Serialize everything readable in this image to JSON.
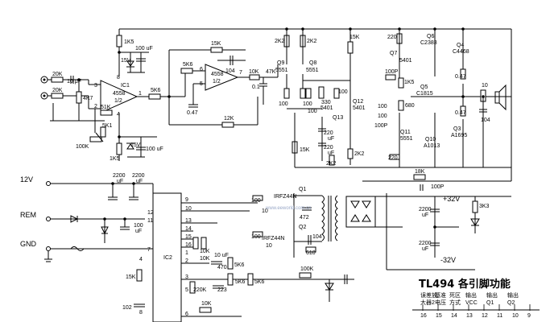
{
  "inputs": {
    "r_in1": "20K",
    "r_in2": "20K",
    "c_in": "10 μF",
    "r_bias": "4K7"
  },
  "ic1": {
    "name": "IC1",
    "part": "4558",
    "half": "1/2",
    "pin8": "8",
    "pin3": "3",
    "pin2": "2",
    "pin4": "4",
    "pin1": "1"
  },
  "ic1_parts": {
    "r_top": "1K5",
    "c_top": "100 uF",
    "z_top": "15V",
    "r_fb": "51K",
    "r_5k1": "5K1",
    "pot": "100K",
    "r_bot": "1K5",
    "z_bot": "15V",
    "c_bot": "100 uF",
    "r_out": "5K6"
  },
  "ic_b": {
    "part": "4558",
    "half": "1/2",
    "pin6": "6",
    "pin5": "5",
    "pin7": "7",
    "r_fb": "15K",
    "c_fb": "104",
    "r_in": "5K6",
    "c_047": "0.47",
    "r_12k": "12K",
    "r_10k": "10K",
    "r_47k": "47K",
    "c_01": "0.1"
  },
  "voltage_amp": {
    "r_2k2_a": "2K2",
    "r_2k2_b": "2K2",
    "q9": "Q9",
    "q9_part": "5551",
    "q8": "Q8",
    "q8_part": "5551",
    "r_100_a": "100",
    "r_100_b": "100",
    "r_330": "330",
    "r_100_c": "100",
    "r_100_d": "100",
    "q13": "Q13",
    "q13_part": "5401",
    "q12": "Q12",
    "q12_part": "5401",
    "r_15k": "15K",
    "r_15k_b": "15K",
    "c_220_a": "220",
    "c_220_a_unit": "uF",
    "c_220_b": "220",
    "c_220_b_unit": "uF",
    "r_2k2_c": "2K2",
    "r_2k2_d": "2K2"
  },
  "output_stage": {
    "r_220_top": "220",
    "q7": "Q7",
    "q7_part": "5401",
    "c_100p": "100P",
    "r_1k5": "1K5",
    "q6": "Q6",
    "q6_part": "C2383",
    "q4": "Q4",
    "q4_part": "C4468",
    "r_047_a": "0.47",
    "q5": "Q5",
    "q5_part": "C1815",
    "r_680": "680",
    "r_100_e": "100",
    "r_100_f": "100",
    "c_100p_b": "100P",
    "q11": "Q11",
    "q11_part": "5551",
    "r_047_b": "0.47",
    "q10": "Q10",
    "q10_part": "A1013",
    "q3": "Q3",
    "q3_part": "A1695",
    "r_220_bot": "220",
    "r_10": "10",
    "c_104": "104"
  },
  "feedback": {
    "r_18k": "18K",
    "c_100p": "100P"
  },
  "supply": {
    "v12": "12V",
    "rem": "REM",
    "gnd": "GND",
    "c_2200_a": "2200",
    "c_2200_a_unit": "uF",
    "c_2200_b": "2200",
    "c_2200_b_unit": "uF",
    "c_100": "100",
    "c_100_unit": "uF",
    "plus32": "+32V",
    "minus32": "-32V",
    "c_2200_c": "2200",
    "c_2200_c_unit": "uF",
    "c_2200_d": "2200",
    "c_2200_d_unit": "uF",
    "r_3k3": "3K3"
  },
  "pwm": {
    "ic2": "IC2",
    "pin9": "9",
    "pin10": "10",
    "pin11": "11",
    "pin12": "12",
    "pin13": "13",
    "pin14": "14",
    "pin15": "15",
    "pin16": "16",
    "pin1": "1",
    "pin2": "2",
    "pin3": "3",
    "pin4": "4",
    "pin5": "5",
    "pin6": "6",
    "pin7": "7",
    "pin8": "8",
    "q1": "Q1",
    "q1_part": "IRFZ44N",
    "q2": "Q2",
    "q2_part": "IRFZ44N",
    "r_100_g": "100",
    "r_100_h": "100",
    "r_10_a": "10",
    "r_10_b": "10",
    "c_472": "472",
    "c_104": "104",
    "r_610": "610",
    "r_10k_a": "10K",
    "r_10k_b": "10K",
    "c_470": "470",
    "c_10uf": "10 uF",
    "r_5k6_a": "5K6",
    "r_5k6_b": "5K6",
    "r_5k6_c": "5K6",
    "r_220k": "220K",
    "c_223": "223",
    "r_15k": "15K",
    "r_100k": "100K",
    "r_10k_c": "10K",
    "c_102": "102"
  },
  "pinout": {
    "title": "TL494 各引脚功能",
    "labels": [
      "误差放大器2",
      "基准电压",
      "死区方式",
      "输出 VCC",
      "输出Q1",
      "输出Q2"
    ],
    "label_lines": [
      [
        "误差放",
        "大器2"
      ],
      [
        "基准",
        "电压"
      ],
      [
        "死区",
        "方式"
      ],
      [
        "输出",
        "VCC"
      ],
      [
        "输出",
        "Q1"
      ],
      [
        "输出",
        "Q2"
      ]
    ],
    "pins": [
      "16",
      "15",
      "14",
      "13",
      "12",
      "11",
      "10",
      "9"
    ]
  },
  "watermark": "www.eeworld.com.cn"
}
